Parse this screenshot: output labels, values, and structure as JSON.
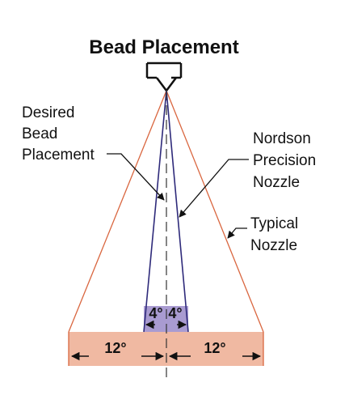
{
  "title": "Bead Placement",
  "labels": {
    "desired": [
      "Desired",
      "Bead",
      "Placement"
    ],
    "precision": [
      "Nordson",
      "Precision",
      "Nozzle"
    ],
    "typical": [
      "Typical",
      "Nozzle"
    ]
  },
  "angles": {
    "precision_left": "4°",
    "precision_right": "4°",
    "typical_left": "12°",
    "typical_right": "12°"
  },
  "colors": {
    "precision_fan": "#2e2a7a",
    "precision_fill": "#a99bd1",
    "typical_fan": "#d9663f",
    "typical_fill": "#f0b9a2",
    "text": "#111111"
  },
  "icons": {
    "nozzle": "nozzle-icon"
  }
}
